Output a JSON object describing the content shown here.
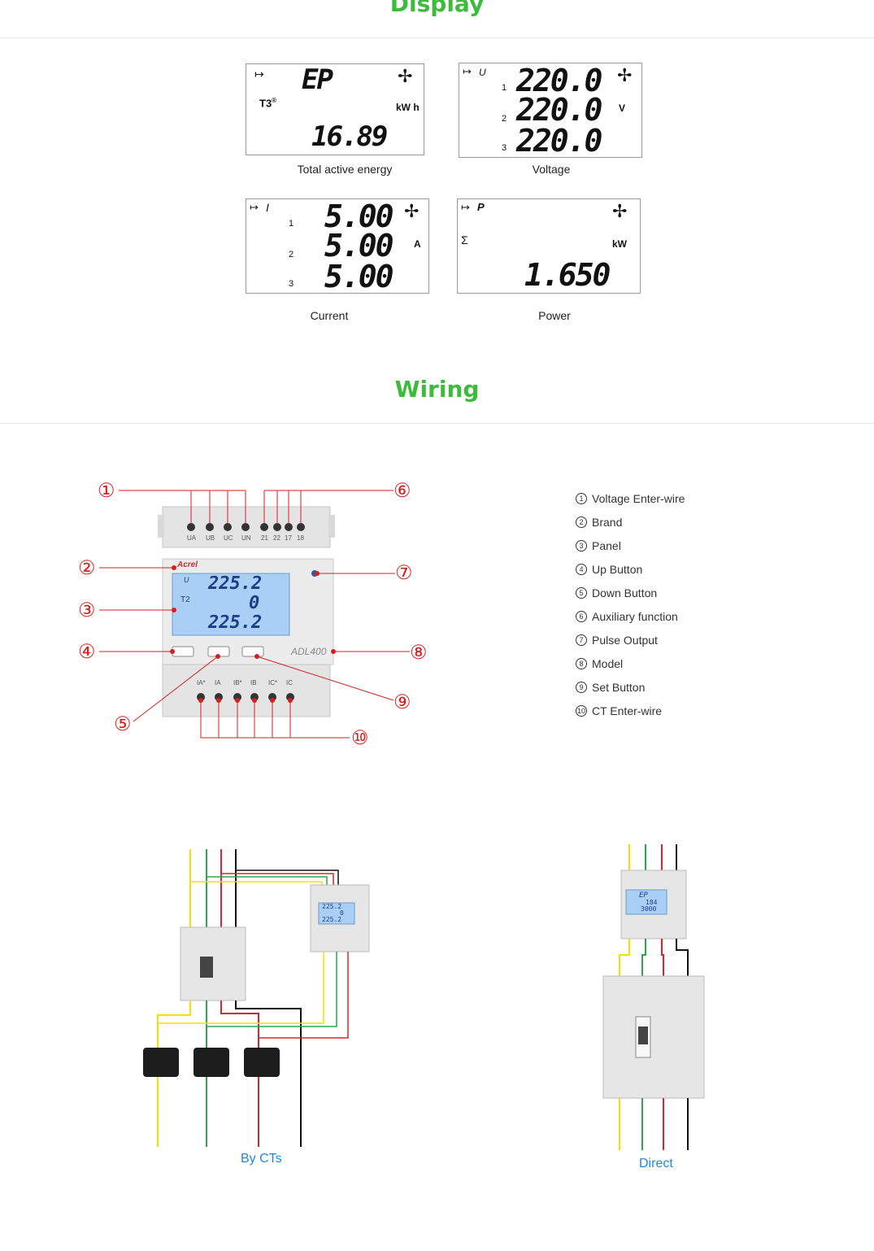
{
  "sections": {
    "display_title": "Display",
    "wiring_title": "Wiring"
  },
  "lcd_panels": {
    "energy": {
      "caption": "Total active energy",
      "code": "EP",
      "tariff": "T3",
      "unit": "kW h",
      "value": "16.89"
    },
    "voltage": {
      "caption": "Voltage",
      "symbol": "U",
      "rows": [
        "220.0",
        "220.0",
        "220.0"
      ],
      "phases": [
        "1",
        "2",
        "3"
      ],
      "unit": "V"
    },
    "current": {
      "caption": "Current",
      "symbol": "I",
      "rows": [
        "5.00",
        "5.00",
        "5.00"
      ],
      "phases": [
        "1",
        "2",
        "3"
      ],
      "unit": "A"
    },
    "power": {
      "caption": "Power",
      "symbol": "P",
      "sigma": "Σ",
      "unit": "kW",
      "value": "1.650"
    }
  },
  "meter_diagram": {
    "brand": "Acrel",
    "model": "ADL400",
    "lcd_values": [
      "225.2",
      "0",
      "225.2"
    ],
    "lcd_symbol": "U",
    "tariff": "T2",
    "top_terminals": [
      "UA",
      "UB",
      "UC",
      "UN",
      "21",
      "22",
      "17",
      "18"
    ],
    "bottom_terminals": [
      "IA*",
      "IA",
      "IB*",
      "IB",
      "IC*",
      "IC"
    ],
    "callouts": [
      "①",
      "②",
      "③",
      "④",
      "⑤",
      "⑥",
      "⑦",
      "⑧",
      "⑨",
      "⑩"
    ]
  },
  "legend": [
    {
      "num": "1",
      "label": "Voltage Enter-wire"
    },
    {
      "num": "2",
      "label": "Brand"
    },
    {
      "num": "3",
      "label": "Panel"
    },
    {
      "num": "4",
      "label": "Up Button"
    },
    {
      "num": "5",
      "label": "Down Button"
    },
    {
      "num": "6",
      "label": "Auxiliary function"
    },
    {
      "num": "7",
      "label": "Pulse Output"
    },
    {
      "num": "8",
      "label": "Model"
    },
    {
      "num": "9",
      "label": "Set Button"
    },
    {
      "num": "10",
      "label": "CT Enter-wire"
    }
  ],
  "wiring_diagrams": {
    "ct_label": "By CTs",
    "direct_label": "Direct",
    "ct_meter_values": [
      "225.2",
      "0",
      "225.2"
    ],
    "direct_meter": {
      "code": "EP",
      "values": [
        "184",
        "3000"
      ]
    }
  },
  "colors": {
    "title_green": "#3dbb3d",
    "callout_red": "#d62020",
    "label_blue": "#1e88e5",
    "wire_yellow": "#f2e200",
    "wire_green": "#2aa84a",
    "wire_red": "#d8262a",
    "wire_black": "#111111",
    "lcd_blue": "#a9cff5"
  }
}
